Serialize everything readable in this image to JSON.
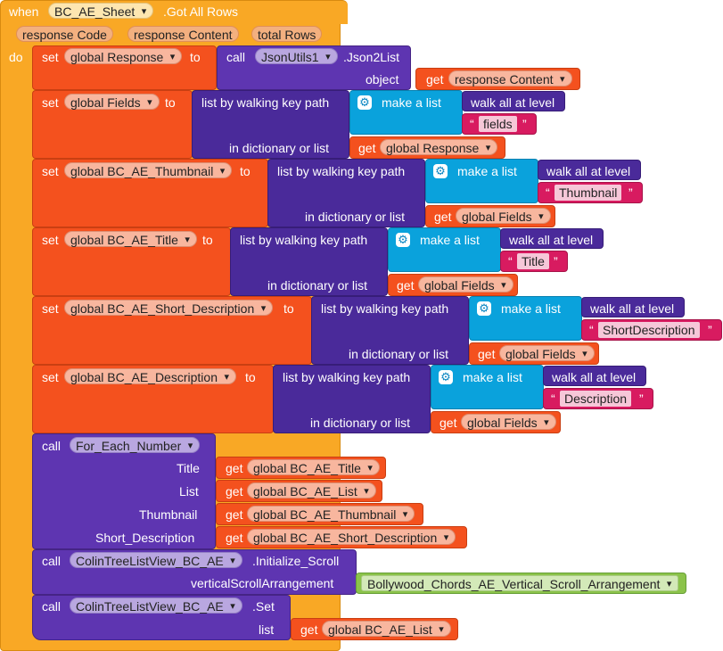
{
  "colors": {
    "event": "#f9a825",
    "variable": "#f4511e",
    "procedure": "#5e35b1",
    "list": "#0aa2dc",
    "dictionary": "#4a2a9a",
    "text": "#d81b60",
    "component": "#8bc34a"
  },
  "event": {
    "when": "when",
    "component": "BC_AE_Sheet",
    "name": ".Got All Rows",
    "params": [
      "response Code",
      "response Content",
      "total Rows"
    ],
    "do": "do"
  },
  "kw": {
    "set": "set",
    "to": "to",
    "get": "get",
    "call": "call",
    "object": "object",
    "make_list": "make a list",
    "walk_all": "walk all at level",
    "list_by_path": "list by walking key path",
    "in_dict": "in dictionary or list",
    "open_quote": "“",
    "close_quote": "”"
  },
  "statements": {
    "s1": {
      "var": "global Response",
      "component": "JsonUtils1",
      "method": ".Json2List",
      "get_var": "response Content"
    },
    "s2": {
      "var": "global Fields",
      "text": "fields",
      "get_var": "global Response"
    },
    "s3": {
      "var": "global BC_AE_Thumbnail",
      "text": "Thumbnail",
      "get_var": "global Fields"
    },
    "s4": {
      "var": "global BC_AE_Title",
      "text": "Title",
      "get_var": "global Fields"
    },
    "s5": {
      "var": "global BC_AE_Short_Description",
      "text": "ShortDescription",
      "get_var": "global Fields"
    },
    "s6": {
      "var": "global BC_AE_Description",
      "text": "Description",
      "get_var": "global Fields"
    },
    "s7": {
      "procedure": "For_Each_Number",
      "args": [
        {
          "label": "Title",
          "var": "global BC_AE_Title"
        },
        {
          "label": "List",
          "var": "global BC_AE_List"
        },
        {
          "label": "Thumbnail",
          "var": "global BC_AE_Thumbnail"
        },
        {
          "label": "Short_Description",
          "var": "global BC_AE_Short_Description"
        }
      ]
    },
    "s8": {
      "component": "ColinTreeListView_BC_AE",
      "method": ".Initialize_Scroll",
      "arg_label": "verticalScrollArrangement",
      "arg_component": "Bollywood_Chords_AE_Vertical_Scroll_Arrangement"
    },
    "s9": {
      "component": "ColinTreeListView_BC_AE",
      "method": ".Set",
      "arg_label": "list",
      "get_var": "global BC_AE_List"
    }
  }
}
